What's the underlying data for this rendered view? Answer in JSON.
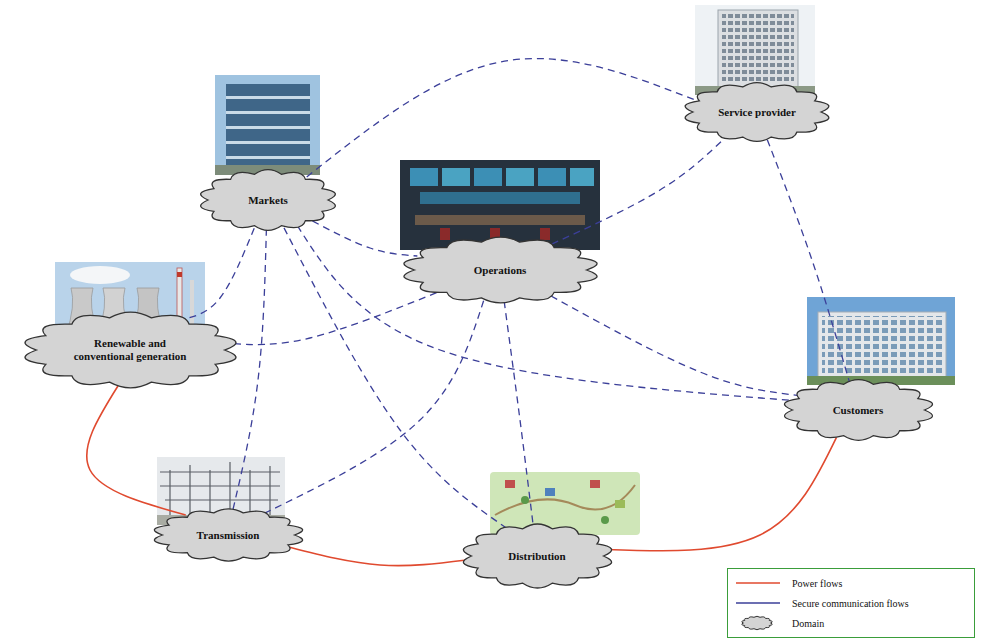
{
  "diagram": {
    "nodes": [
      {
        "text": [
          "Markets"
        ]
      },
      {
        "text": [
          "Service provider"
        ]
      },
      {
        "text": [
          "Operations"
        ]
      },
      {
        "text": [
          "Renewable and conventional generation"
        ]
      },
      {
        "text": [
          "Customers"
        ]
      },
      {
        "text": [
          "Transmission"
        ]
      },
      {
        "text": [
          "Distribution"
        ]
      }
    ],
    "edges": [
      {
        "from": 3,
        "to": 5,
        "arrow": "none"
      },
      {
        "from": 5,
        "to": 6,
        "arrow": "none"
      },
      {
        "from": 6,
        "to": 4,
        "arrow": "none"
      },
      {
        "from": 0,
        "to": 1,
        "arrow": "none"
      },
      {
        "from": 0,
        "to": 2,
        "arrow": "none"
      },
      {
        "from": 0,
        "to": 3,
        "arrow": "none"
      },
      {
        "from": 0,
        "to": 5,
        "arrow": "none"
      },
      {
        "from": 0,
        "to": 6,
        "arrow": "none"
      },
      {
        "from": 0,
        "to": 4,
        "arrow": "none"
      },
      {
        "from": 2,
        "to": 1,
        "arrow": "none"
      },
      {
        "from": 2,
        "to": 3,
        "arrow": "none"
      },
      {
        "from": 2,
        "to": 5,
        "arrow": "none"
      },
      {
        "from": 2,
        "to": 6,
        "arrow": "none"
      },
      {
        "from": 2,
        "to": 4,
        "arrow": "none"
      },
      {
        "from": 1,
        "to": 4,
        "arrow": "none"
      }
    ],
    "legend": [
      {
        "text": "Power flows"
      },
      {
        "text": "Secure communication flows"
      },
      {
        "text": "Domain"
      }
    ]
  }
}
